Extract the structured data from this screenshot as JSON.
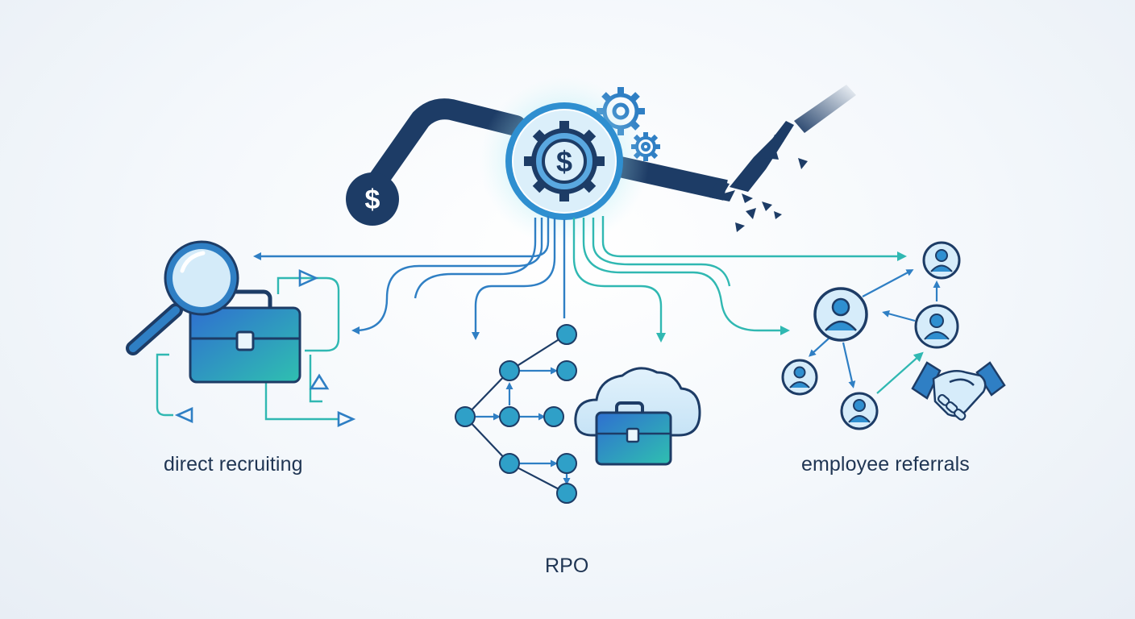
{
  "labels": {
    "direct_recruiting": "direct recruiting",
    "rpo": "RPO",
    "employee_referrals": "employee referrals"
  },
  "icons": {
    "dollar_symbol": "$"
  },
  "colors": {
    "navy": "#1d3c66",
    "blue": "#2f7fc4",
    "teal": "#2fb3b3",
    "light_blue": "#d6ecfa",
    "text": "#1f3553"
  }
}
